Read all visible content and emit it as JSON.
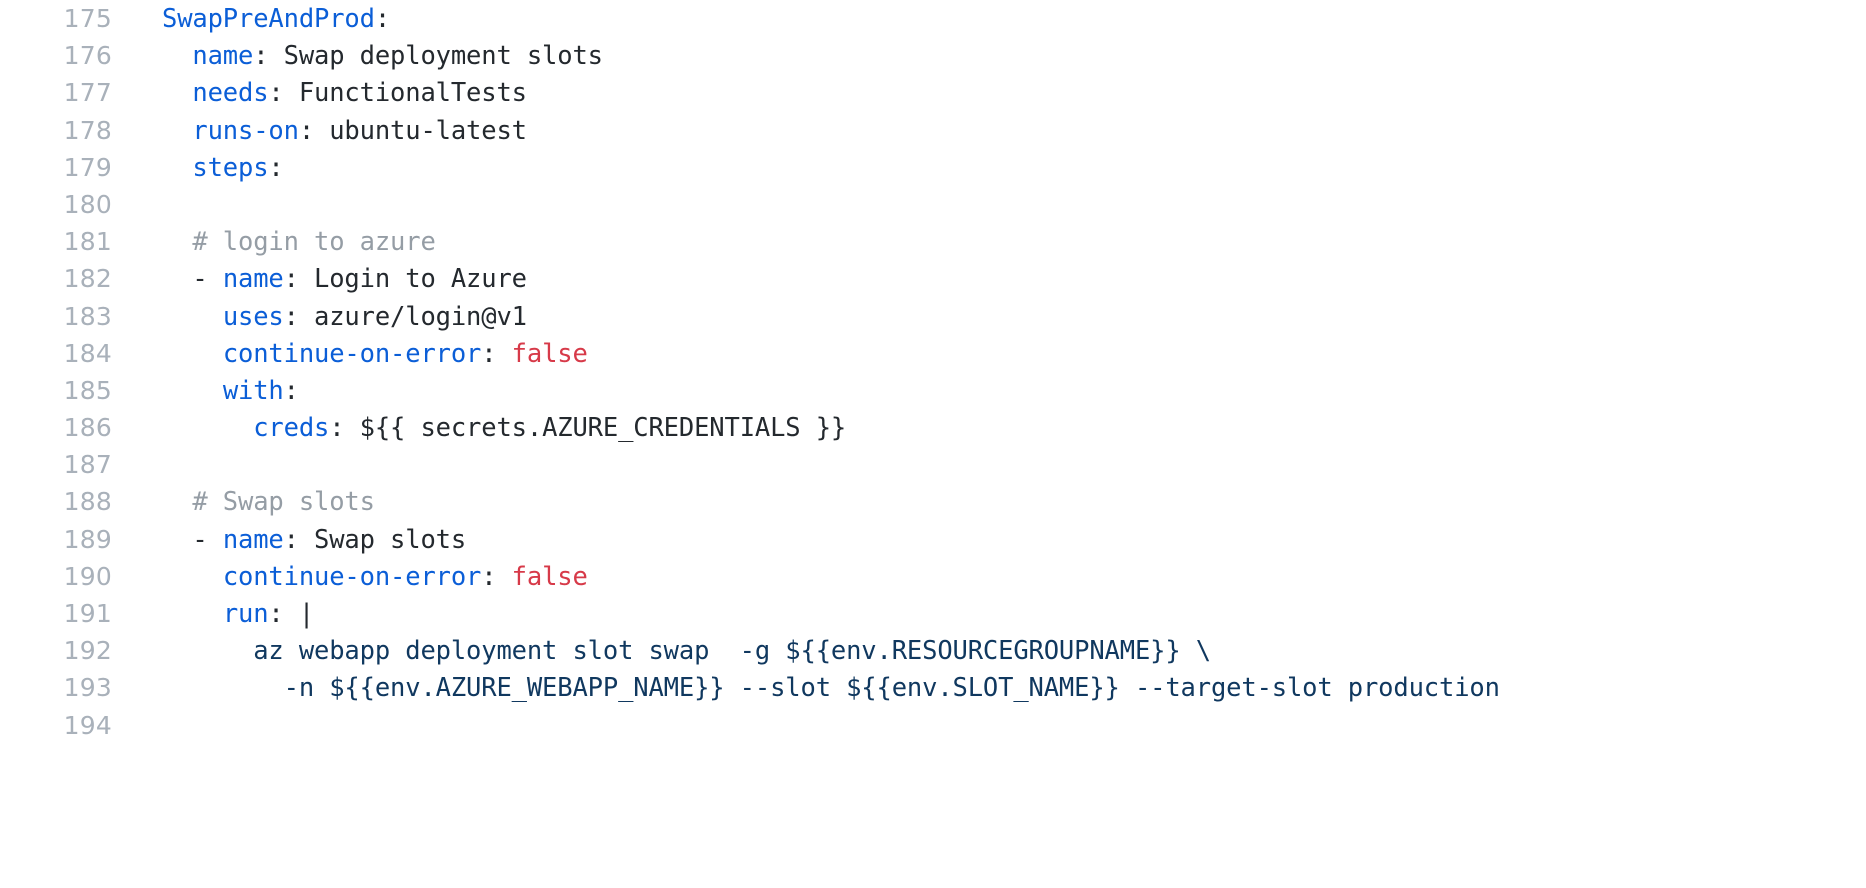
{
  "editor": {
    "kind": "code-viewer",
    "language": "yaml",
    "background": "#ffffff",
    "gutter_color": "#a9b1ba",
    "colors": {
      "key": "#0b5ed7",
      "plain": "#24292e",
      "boolean": "#d73a49",
      "comment": "#959da5",
      "script_block": "#10385f"
    },
    "first_line": 175,
    "last_line": 194
  },
  "lines": [
    {
      "number": "175",
      "text": "SwapPreAndProd:",
      "tokens": [
        {
          "t": "SwapPreAndProd",
          "c": "key"
        },
        {
          "t": ":",
          "c": "punct"
        }
      ]
    },
    {
      "number": "176",
      "text": "  name: Swap deployment slots",
      "tokens": [
        {
          "t": "  ",
          "c": "plain"
        },
        {
          "t": "name",
          "c": "key"
        },
        {
          "t": ": Swap deployment slots",
          "c": "plain"
        }
      ]
    },
    {
      "number": "177",
      "text": "  needs: FunctionalTests",
      "tokens": [
        {
          "t": "  ",
          "c": "plain"
        },
        {
          "t": "needs",
          "c": "key"
        },
        {
          "t": ": FunctionalTests",
          "c": "plain"
        }
      ]
    },
    {
      "number": "178",
      "text": "  runs-on: ubuntu-latest",
      "tokens": [
        {
          "t": "  ",
          "c": "plain"
        },
        {
          "t": "runs-on",
          "c": "key"
        },
        {
          "t": ": ubuntu-latest",
          "c": "plain"
        }
      ]
    },
    {
      "number": "179",
      "text": "  steps:",
      "tokens": [
        {
          "t": "  ",
          "c": "plain"
        },
        {
          "t": "steps",
          "c": "key"
        },
        {
          "t": ":",
          "c": "punct"
        }
      ]
    },
    {
      "number": "180",
      "text": "",
      "tokens": []
    },
    {
      "number": "181",
      "text": "  # login to azure",
      "tokens": [
        {
          "t": "  ",
          "c": "plain"
        },
        {
          "t": "# login to azure",
          "c": "comment"
        }
      ]
    },
    {
      "number": "182",
      "text": "  - name: Login to Azure",
      "tokens": [
        {
          "t": "  - ",
          "c": "dash"
        },
        {
          "t": "name",
          "c": "key"
        },
        {
          "t": ": Login to Azure",
          "c": "plain"
        }
      ]
    },
    {
      "number": "183",
      "text": "    uses: azure/login@v1",
      "tokens": [
        {
          "t": "    ",
          "c": "plain"
        },
        {
          "t": "uses",
          "c": "key"
        },
        {
          "t": ": azure/login@v1",
          "c": "plain"
        }
      ]
    },
    {
      "number": "184",
      "text": "    continue-on-error: false",
      "tokens": [
        {
          "t": "    ",
          "c": "plain"
        },
        {
          "t": "continue-on-error",
          "c": "key"
        },
        {
          "t": ": ",
          "c": "punct"
        },
        {
          "t": "false",
          "c": "bool"
        }
      ]
    },
    {
      "number": "185",
      "text": "    with:",
      "tokens": [
        {
          "t": "    ",
          "c": "plain"
        },
        {
          "t": "with",
          "c": "key"
        },
        {
          "t": ":",
          "c": "punct"
        }
      ]
    },
    {
      "number": "186",
      "text": "      creds: ${{ secrets.AZURE_CREDENTIALS }}",
      "tokens": [
        {
          "t": "      ",
          "c": "plain"
        },
        {
          "t": "creds",
          "c": "key"
        },
        {
          "t": ": ${{ secrets.AZURE_CREDENTIALS }}",
          "c": "plain"
        }
      ]
    },
    {
      "number": "187",
      "text": "",
      "tokens": []
    },
    {
      "number": "188",
      "text": "  # Swap slots",
      "tokens": [
        {
          "t": "  ",
          "c": "plain"
        },
        {
          "t": "# Swap slots",
          "c": "comment"
        }
      ]
    },
    {
      "number": "189",
      "text": "  - name: Swap slots",
      "tokens": [
        {
          "t": "  - ",
          "c": "dash"
        },
        {
          "t": "name",
          "c": "key"
        },
        {
          "t": ": Swap slots",
          "c": "plain"
        }
      ]
    },
    {
      "number": "190",
      "text": "    continue-on-error: false",
      "tokens": [
        {
          "t": "    ",
          "c": "plain"
        },
        {
          "t": "continue-on-error",
          "c": "key"
        },
        {
          "t": ": ",
          "c": "punct"
        },
        {
          "t": "false",
          "c": "bool"
        }
      ]
    },
    {
      "number": "191",
      "text": "    run: |",
      "tokens": [
        {
          "t": "    ",
          "c": "plain"
        },
        {
          "t": "run",
          "c": "key"
        },
        {
          "t": ": |",
          "c": "plain"
        }
      ]
    },
    {
      "number": "192",
      "text": "      az webapp deployment slot swap  -g ${{env.RESOURCEGROUPNAME}} \\",
      "tokens": [
        {
          "t": "      az webapp deployment slot swap  -g ${{env.RESOURCEGROUPNAME}} \\",
          "c": "script"
        }
      ]
    },
    {
      "number": "193",
      "text": "        -n ${{env.AZURE_WEBAPP_NAME}} --slot ${{env.SLOT_NAME}} --target-slot production",
      "tokens": [
        {
          "t": "        -n ${{env.AZURE_WEBAPP_NAME}} --slot ${{env.SLOT_NAME}} --target-slot production",
          "c": "script"
        }
      ]
    },
    {
      "number": "194",
      "text": "",
      "tokens": []
    }
  ]
}
